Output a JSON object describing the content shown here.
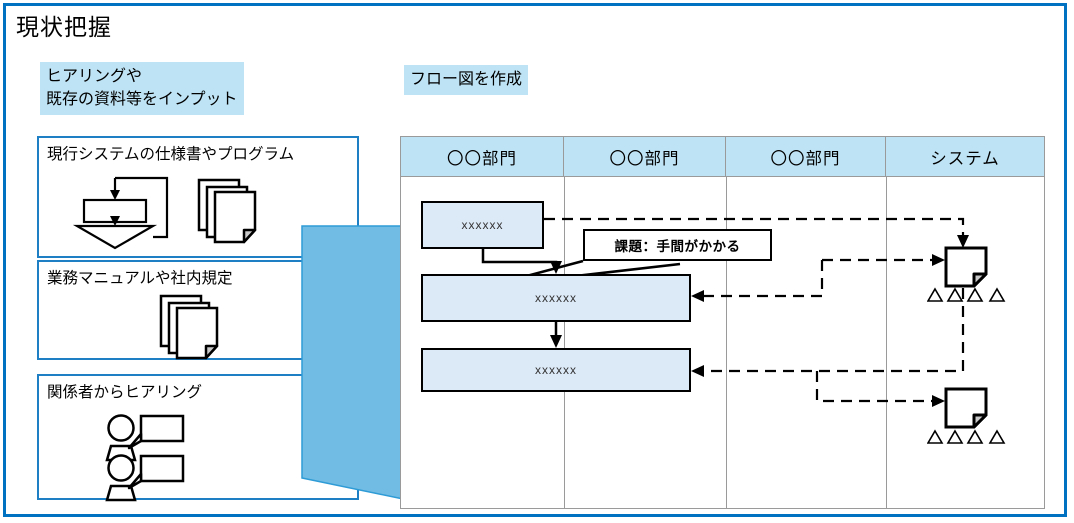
{
  "page": {
    "title": "現状把握",
    "border_color": "#0070C0",
    "highlight_color": "#BEE3F4",
    "arrow_color": "#71BCE4"
  },
  "captions": {
    "input": "ヒアリングや\n既存の資料等をインプット",
    "flow": "フロー図を作成"
  },
  "sources": [
    {
      "label": "現行システムの仕様書やプログラム",
      "icons": [
        "flowchart-icon",
        "documents-icon"
      ]
    },
    {
      "label": "業務マニュアルや社内規定",
      "icons": [
        "documents-icon"
      ]
    },
    {
      "label": "関係者からヒアリング",
      "icons": [
        "person-speech-icon",
        "person-speech-icon"
      ]
    }
  ],
  "flow": {
    "columns": [
      {
        "label": "〇〇部門",
        "width": 163
      },
      {
        "label": "〇〇部門",
        "width": 162
      },
      {
        "label": "〇〇部門",
        "width": 160
      },
      {
        "label": "システム",
        "width": 158
      }
    ],
    "processes": [
      {
        "label": "xxxxxx"
      },
      {
        "label": "xxxxxx"
      },
      {
        "label": "xxxxxx"
      }
    ],
    "callout": "課題：手間がかかる",
    "system_nodes": [
      {
        "icon": "document-note-icon",
        "triangles": 4
      },
      {
        "icon": "document-note-icon",
        "triangles": 4
      }
    ]
  }
}
